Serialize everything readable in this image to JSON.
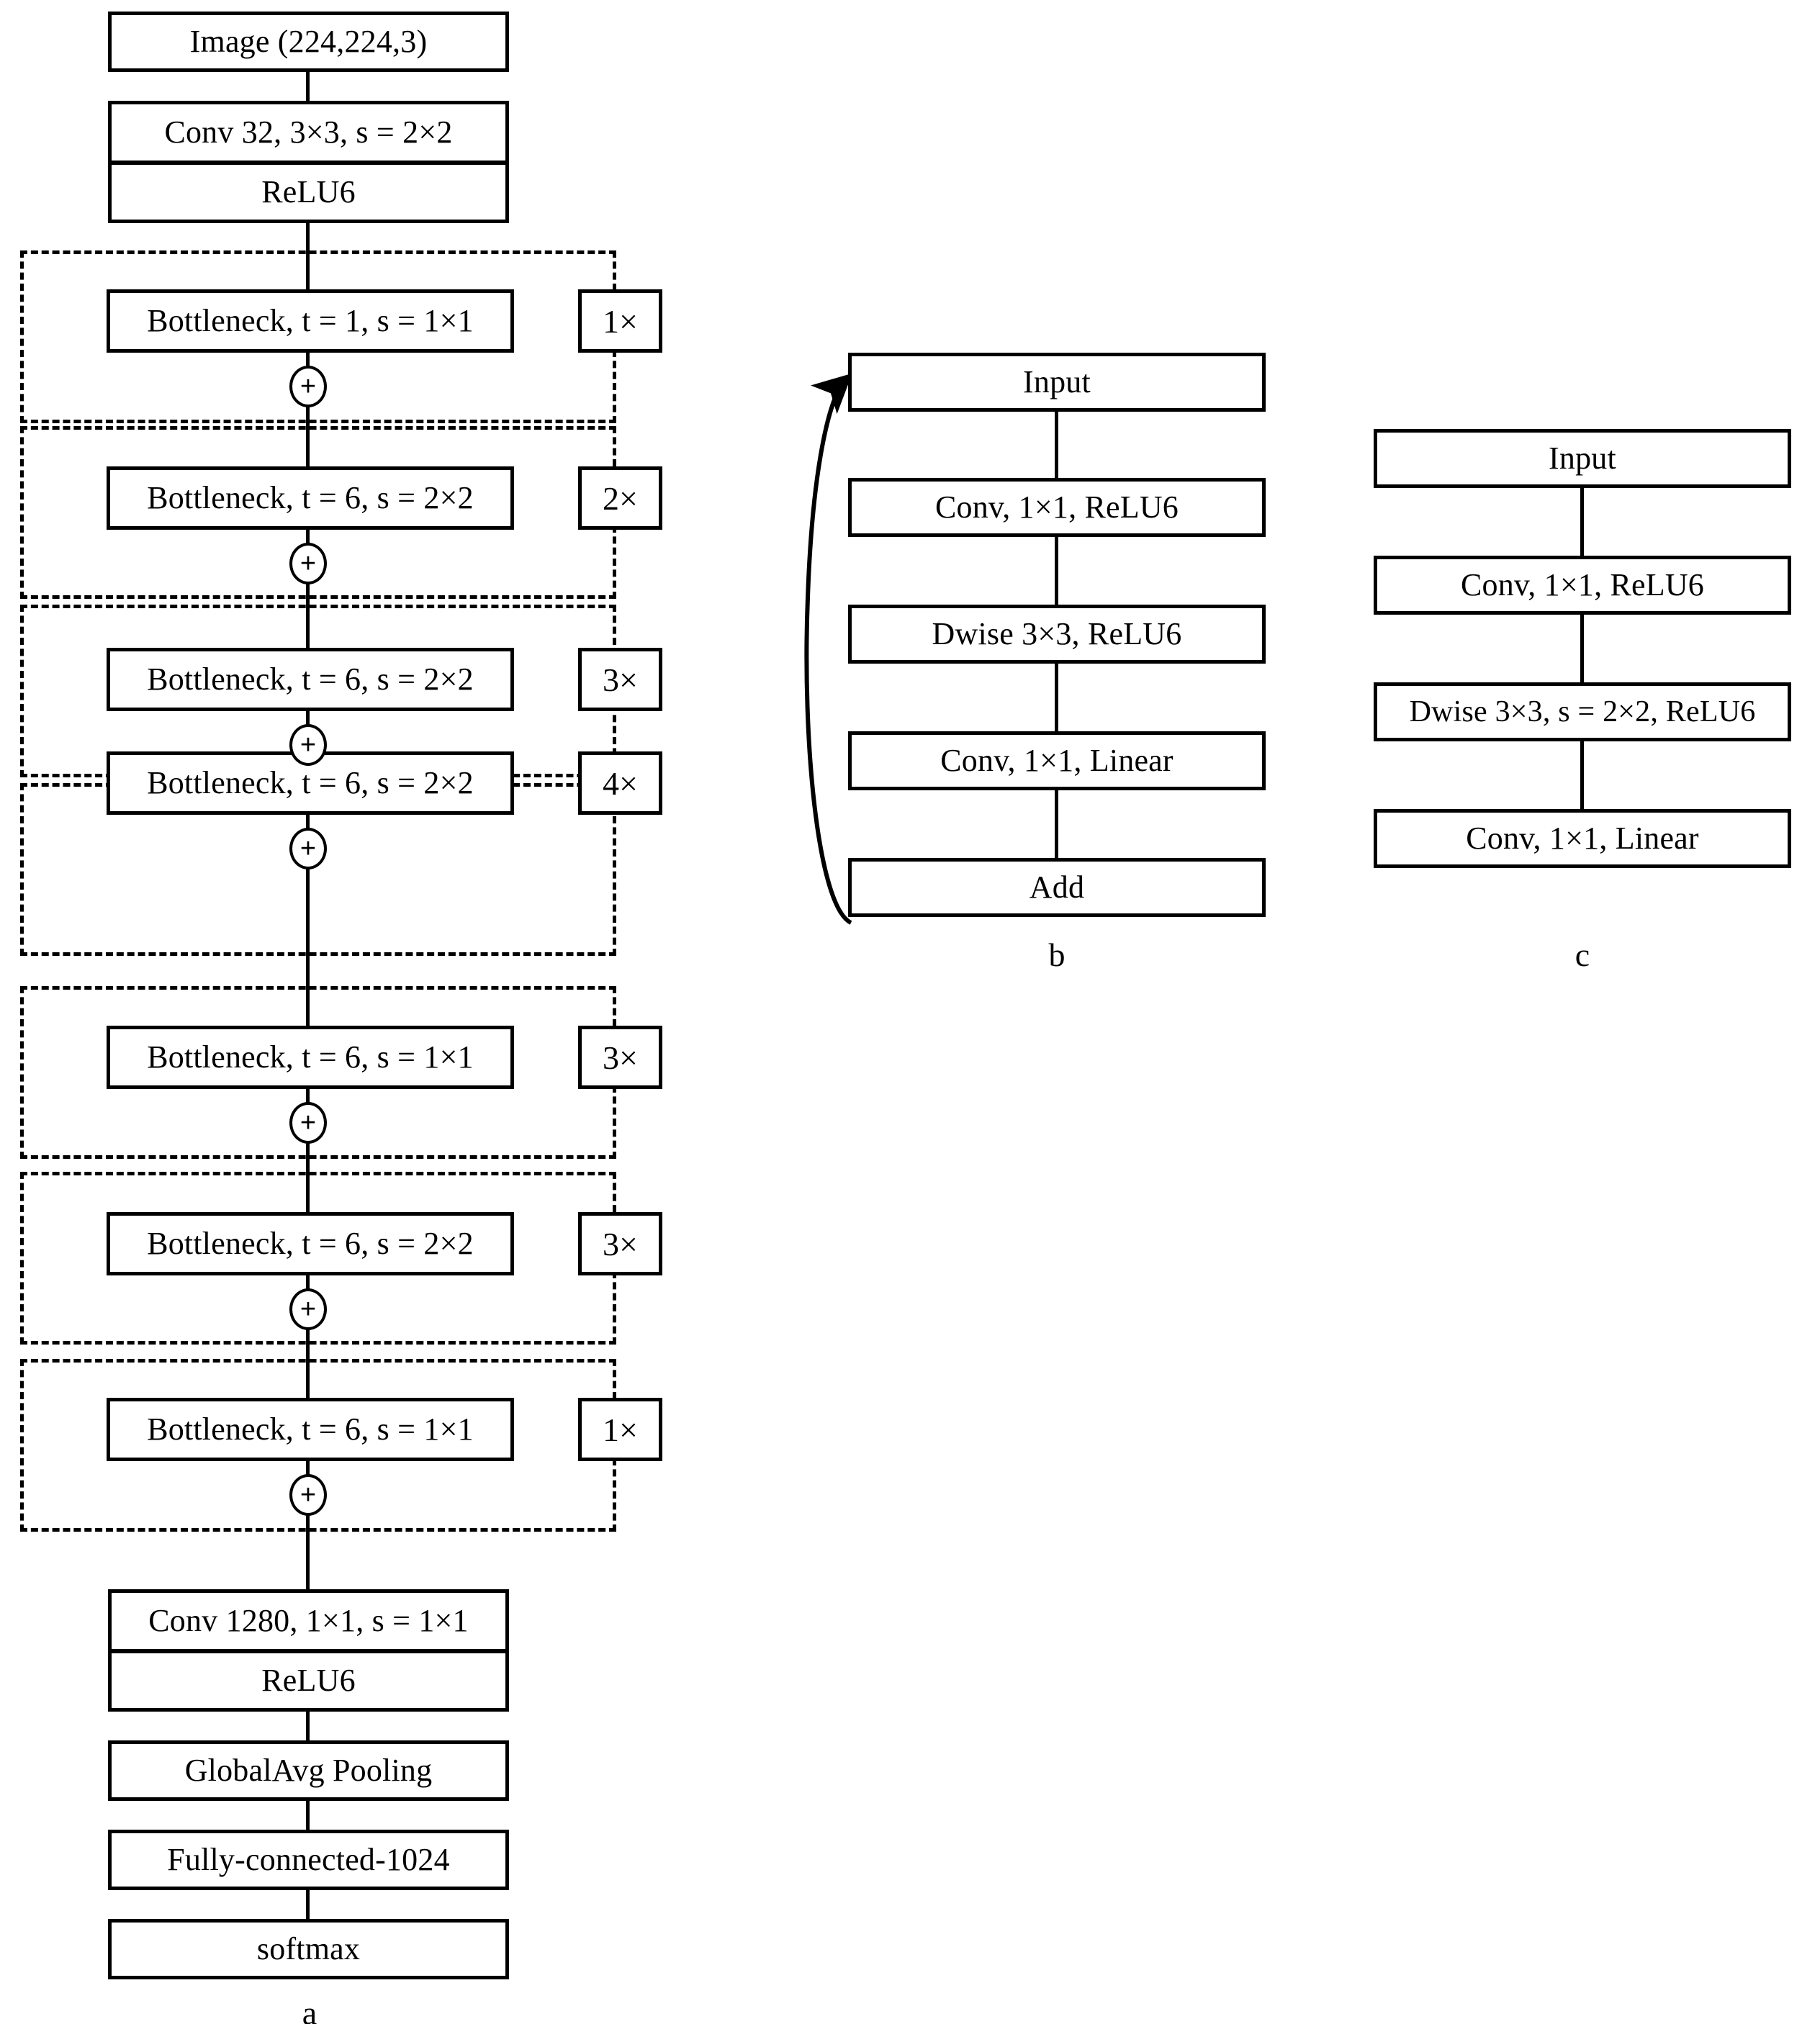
{
  "figure": {
    "title": "MobileNetV2 network architecture",
    "panels": [
      {
        "id": "a",
        "label": "a"
      },
      {
        "id": "b",
        "label": "b"
      },
      {
        "id": "c",
        "label": "c"
      }
    ],
    "ink_color": "#000000",
    "background_color": "#ffffff"
  },
  "panel_a": {
    "label": "a",
    "blocks": [
      {
        "name": "image-input",
        "text": "Image (224,224,3)"
      },
      {
        "name": "conv32",
        "text": "Conv 32, 3×3, s = 2×2"
      },
      {
        "name": "conv32-relu6",
        "text": "ReLU6"
      },
      {
        "name": "conv1280",
        "text": "Conv 1280, 1×1, s = 1×1"
      },
      {
        "name": "conv1280-relu6",
        "text": "ReLU6"
      },
      {
        "name": "globalavg-pooling",
        "text": "GlobalAvg Pooling"
      },
      {
        "name": "fully-connected",
        "text": "Fully-connected-1024"
      },
      {
        "name": "softmax",
        "text": "softmax"
      }
    ],
    "stages": [
      {
        "text": "Bottleneck, t = 1, s = 1×1",
        "repeat": "1×",
        "plus": "+"
      },
      {
        "text": "Bottleneck, t = 6, s = 2×2",
        "repeat": "2×",
        "plus": "+"
      },
      {
        "text": "Bottleneck, t = 6, s = 2×2",
        "repeat": "3×",
        "plus": "+"
      },
      {
        "text": "Bottleneck, t = 6, s = 2×2",
        "repeat": "4×",
        "plus": "+"
      },
      {
        "text": "Bottleneck, t = 6, s = 1×1",
        "repeat": "3×",
        "plus": "+"
      },
      {
        "text": "Bottleneck, t = 6, s = 2×2",
        "repeat": "3×",
        "plus": "+"
      },
      {
        "text": "Bottleneck, t = 6, s = 1×1",
        "repeat": "1×",
        "plus": "+"
      }
    ]
  },
  "panel_b": {
    "label": "b",
    "description": "Residual bottleneck block with stride 1 and identity shortcut",
    "blocks": [
      {
        "name": "input",
        "text": "Input"
      },
      {
        "name": "conv-1x1",
        "text": "Conv, 1×1, ReLU6"
      },
      {
        "name": "dwise-3x3",
        "text": "Dwise 3×3, ReLU6"
      },
      {
        "name": "conv-linear",
        "text": "Conv, 1×1, Linear"
      },
      {
        "name": "add",
        "text": "Add"
      }
    ],
    "shortcut": {
      "name": "skip-connection-arrow",
      "from": "add",
      "to": "input"
    }
  },
  "panel_c": {
    "label": "c",
    "description": "Bottleneck block with stride 2, no shortcut",
    "blocks": [
      {
        "name": "input",
        "text": "Input"
      },
      {
        "name": "conv-1x1",
        "text": "Conv, 1×1, ReLU6"
      },
      {
        "name": "dwise-3x3-s2",
        "text": "Dwise 3×3, s = 2×2, ReLU6"
      },
      {
        "name": "conv-linear",
        "text": "Conv, 1×1, Linear"
      }
    ]
  }
}
